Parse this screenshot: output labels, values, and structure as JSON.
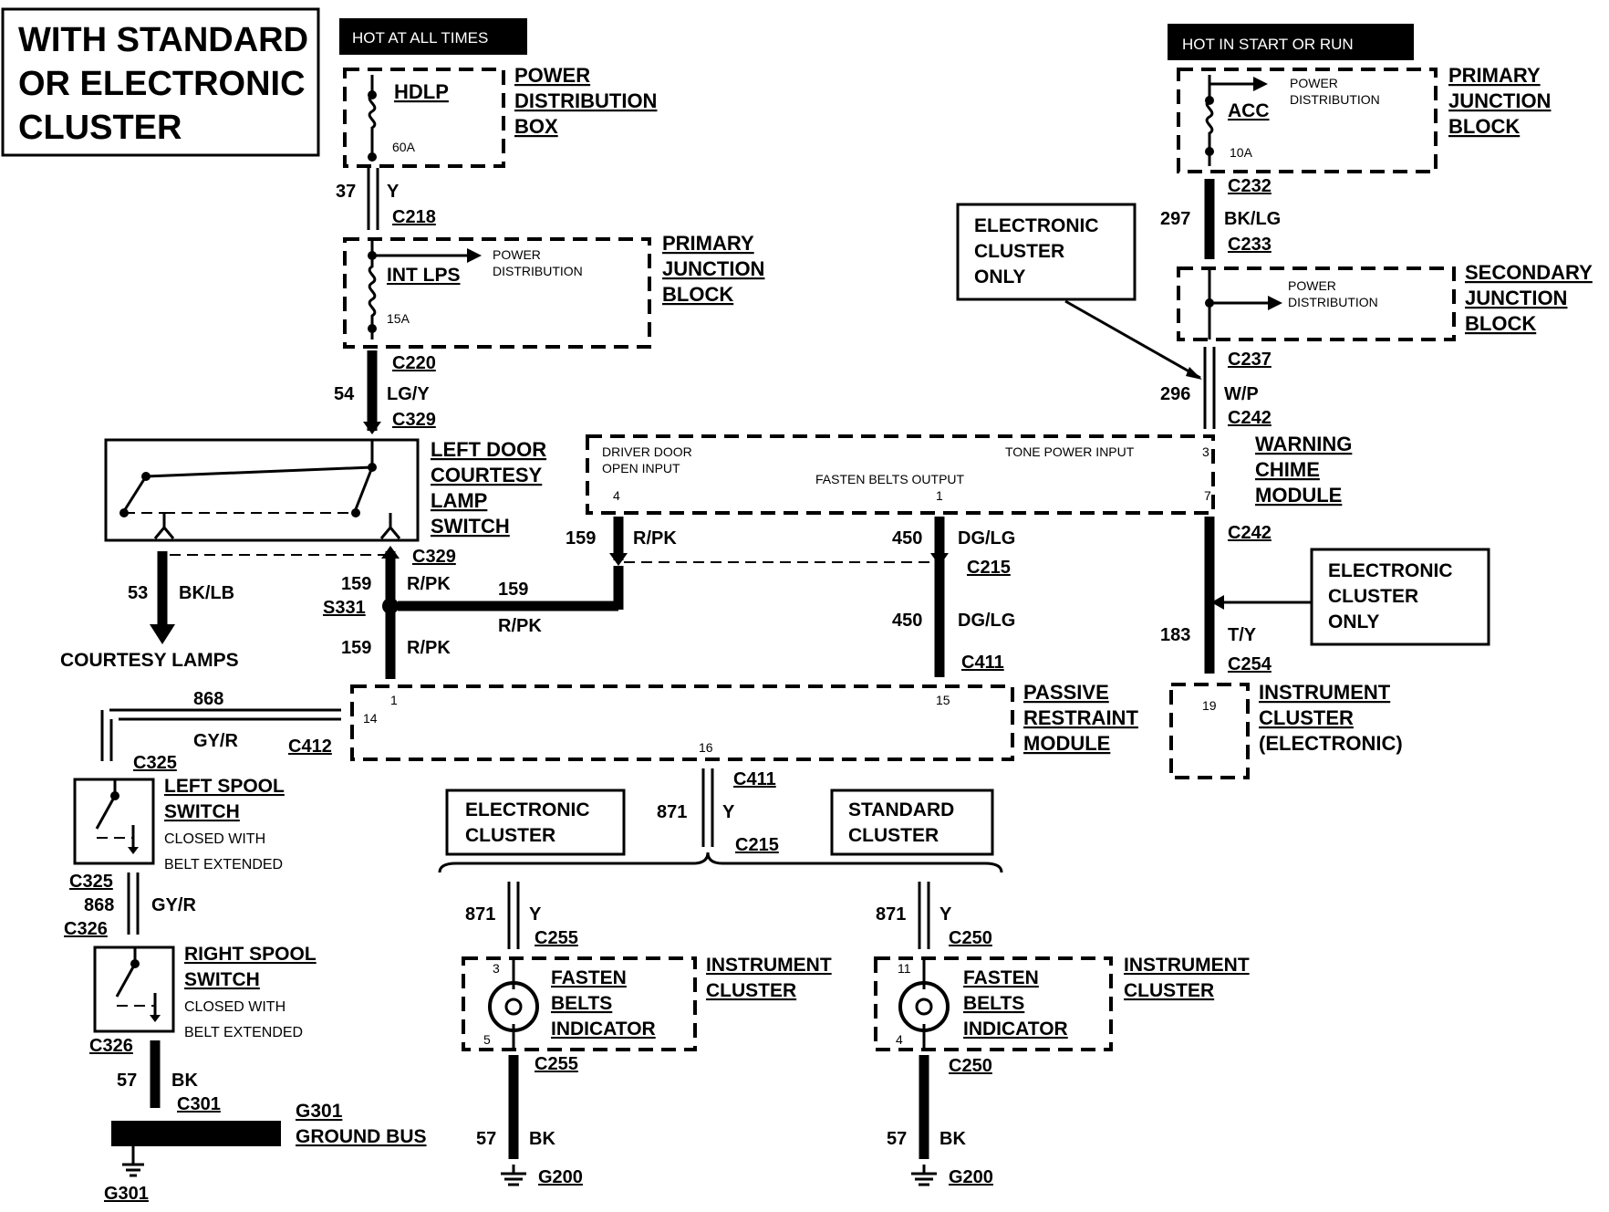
{
  "title_lines": [
    "WITH STANDARD",
    "OR ELECTRONIC",
    "CLUSTER"
  ],
  "hot_labels": {
    "at_all_times": "HOT AT ALL TIMES",
    "start_run": "HOT IN START OR RUN"
  },
  "power_distribution_box": {
    "fuse": "HDLP",
    "rating": "60A",
    "name": [
      "POWER",
      "DISTRIBUTION",
      "BOX"
    ]
  },
  "primary_junction_block_left": {
    "fuse": "INT LPS",
    "rating": "15A",
    "dist": [
      "POWER",
      "DISTRIBUTION"
    ],
    "name": [
      "PRIMARY",
      "JUNCTION",
      "BLOCK"
    ]
  },
  "primary_junction_block_right": {
    "fuse": "ACC",
    "rating": "10A",
    "dist": [
      "POWER",
      "DISTRIBUTION"
    ],
    "name": [
      "PRIMARY",
      "JUNCTION",
      "BLOCK"
    ]
  },
  "secondary_junction_block": {
    "dist": [
      "POWER",
      "DISTRIBUTION"
    ],
    "name": [
      "SECONDARY",
      "JUNCTION",
      "BLOCK"
    ]
  },
  "electronic_only_note": [
    "ELECTRONIC",
    "CLUSTER",
    "ONLY"
  ],
  "left_door_switch": [
    "LEFT DOOR",
    "COURTESY",
    "LAMP",
    "SWITCH"
  ],
  "courtesy_lamps": "COURTESY LAMPS",
  "warning_chime": {
    "name": [
      "WARNING",
      "CHIME",
      "MODULE"
    ],
    "driver_door": [
      "DRIVER DOOR",
      "OPEN INPUT"
    ],
    "tone_power": "TONE POWER INPUT",
    "fasten_output": "FASTEN BELTS OUTPUT",
    "pins": {
      "p3": "3",
      "p4": "4",
      "p1": "1",
      "p7": "7"
    }
  },
  "passive_restraint": {
    "name": [
      "PASSIVE",
      "RESTRAINT",
      "MODULE"
    ],
    "pins": {
      "p14": "14",
      "p1": "1",
      "p15": "15",
      "p16": "16"
    }
  },
  "instrument_cluster_electronic": {
    "pin": "19",
    "name": [
      "INSTRUMENT",
      "CLUSTER",
      "(ELECTRONIC)"
    ]
  },
  "left_spool": [
    "LEFT SPOOL",
    "SWITCH",
    "CLOSED WITH",
    "BELT EXTENDED"
  ],
  "right_spool": [
    "RIGHT SPOOL",
    "SWITCH",
    "CLOSED WITH",
    "BELT EXTENDED"
  ],
  "ground_bus": {
    "conn": "G301",
    "label": "GROUND BUS",
    "ground": "G301"
  },
  "cluster_boxes": {
    "electronic": [
      "ELECTRONIC",
      "CLUSTER"
    ],
    "standard": [
      "STANDARD",
      "CLUSTER"
    ]
  },
  "fasten_indicator": [
    "FASTEN",
    "BELTS",
    "INDICATOR"
  ],
  "instrument_cluster": [
    "INSTRUMENT",
    "CLUSTER"
  ],
  "ind_pins": {
    "e_top": "3",
    "e_bot": "5",
    "s_top": "11",
    "s_bot": "4"
  },
  "circuits": {
    "c37": "37",
    "y": "Y",
    "c54": "54",
    "lgy": "LG/Y",
    "c297": "297",
    "bklg": "BK/LG",
    "c296": "296",
    "wp": "W/P",
    "c159": "159",
    "rpk": "R/PK",
    "c450": "450",
    "dglg": "DG/LG",
    "c53": "53",
    "bklb": "BK/LB",
    "c183": "183",
    "ty": "T/Y",
    "c868": "868",
    "gyr": "GY/R",
    "c871": "871",
    "c57": "57",
    "bk": "BK"
  },
  "connectors": {
    "C218": "C218",
    "C220": "C220",
    "C329": "C329",
    "C232": "C232",
    "C233": "C233",
    "C237": "C237",
    "C242": "C242",
    "C215": "C215",
    "C411": "C411",
    "C254": "C254",
    "C412": "C412",
    "C325": "C325",
    "C326": "C326",
    "C301": "C301",
    "C255": "C255",
    "C250": "C250",
    "S331": "S331",
    "G200": "G200"
  }
}
